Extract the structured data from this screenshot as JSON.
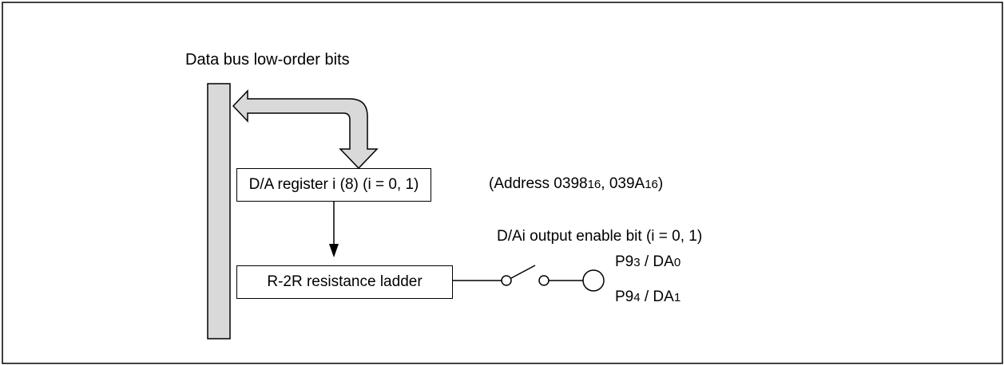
{
  "title": "Data bus low-order bits",
  "register_box": "D/A register i (8) (i = 0, 1)",
  "address": {
    "prefix": "(Address 0398",
    "sub1": "16",
    "mid": ", 039A",
    "sub2": "16",
    "suffix": ")"
  },
  "enable_label": "D/Ai output enable bit (i = 0, 1)",
  "ladder_box": "R-2R resistance ladder",
  "pins": [
    {
      "p": "P9",
      "p_sub": "3",
      "sep": " / DA",
      "da_sub": "0"
    },
    {
      "p": "P9",
      "p_sub": "4",
      "sep": " / DA",
      "da_sub": "1"
    }
  ]
}
